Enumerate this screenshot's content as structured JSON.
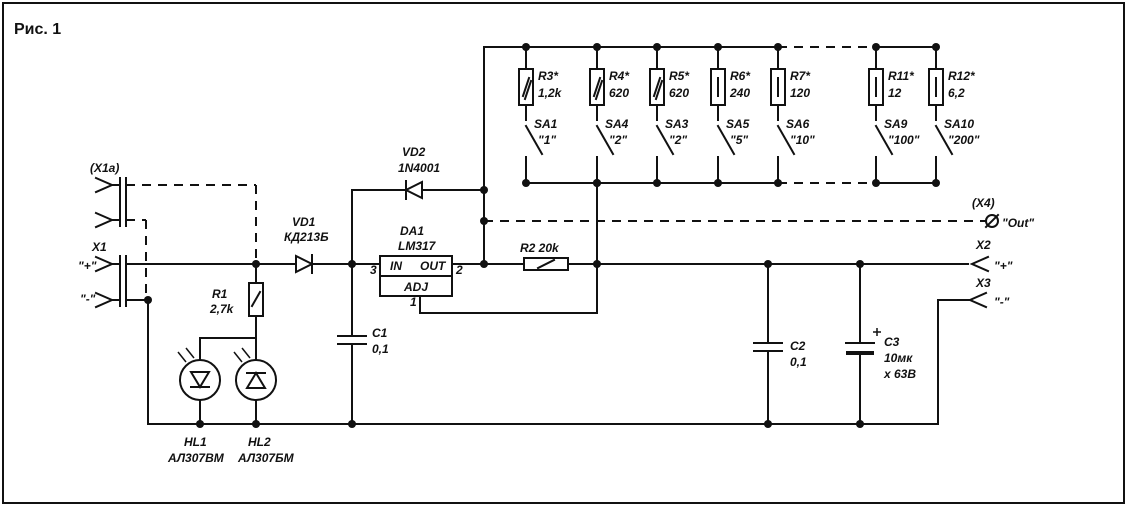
{
  "figure": {
    "title": "Рис. 1"
  },
  "labels": {
    "x1a": "(X1a)",
    "x1": "X1",
    "x1_plus": "\"+\"",
    "x1_minus": "\"-\"",
    "r1_name": "R1",
    "r1_value": "2,7k",
    "vd1_name": "VD1",
    "vd1_type": "КД213Б",
    "vd2_name": "VD2",
    "vd2_type": "1N4001",
    "da1_name": "DA1",
    "da1_type": "LM317",
    "da1_in": "IN",
    "da1_out": "OUT",
    "da1_adj": "ADJ",
    "pin3": "3",
    "pin2": "2",
    "pin1": "1",
    "c1_name": "C1",
    "c1_value": "0,1",
    "r2_label": "R2 20k",
    "c2_name": "C2",
    "c2_value": "0,1",
    "c3_name": "C3",
    "c3_value": "10мк",
    "c3_voltage": "x 63В",
    "x2": "X2",
    "x2_plus": "\"+\"",
    "x3": "X3",
    "x3_minus": "\"-\"",
    "x4": "(X4)",
    "x4_out": "\"Out\"",
    "hl1_name": "HL1",
    "hl1_type": "АЛ307ВМ",
    "hl2_name": "HL2",
    "hl2_type": "АЛ307БМ"
  },
  "bank": [
    {
      "r": "R3*",
      "rv": "1,2k",
      "sa": "SA1",
      "sv": "\"1\""
    },
    {
      "r": "R4*",
      "rv": "620",
      "sa": "SA4",
      "sv": "\"2\""
    },
    {
      "r": "R5*",
      "rv": "620",
      "sa": "SA3",
      "sv": "\"2\""
    },
    {
      "r": "R6*",
      "rv": "240",
      "sa": "SA5",
      "sv": "\"5\""
    },
    {
      "r": "R7*",
      "rv": "120",
      "sa": "SA6",
      "sv": "\"10\""
    },
    {
      "r": "R11*",
      "rv": "12",
      "sa": "SA9",
      "sv": "\"100\""
    },
    {
      "r": "R12*",
      "rv": "6,2",
      "sa": "SA10",
      "sv": "\"200\""
    }
  ]
}
